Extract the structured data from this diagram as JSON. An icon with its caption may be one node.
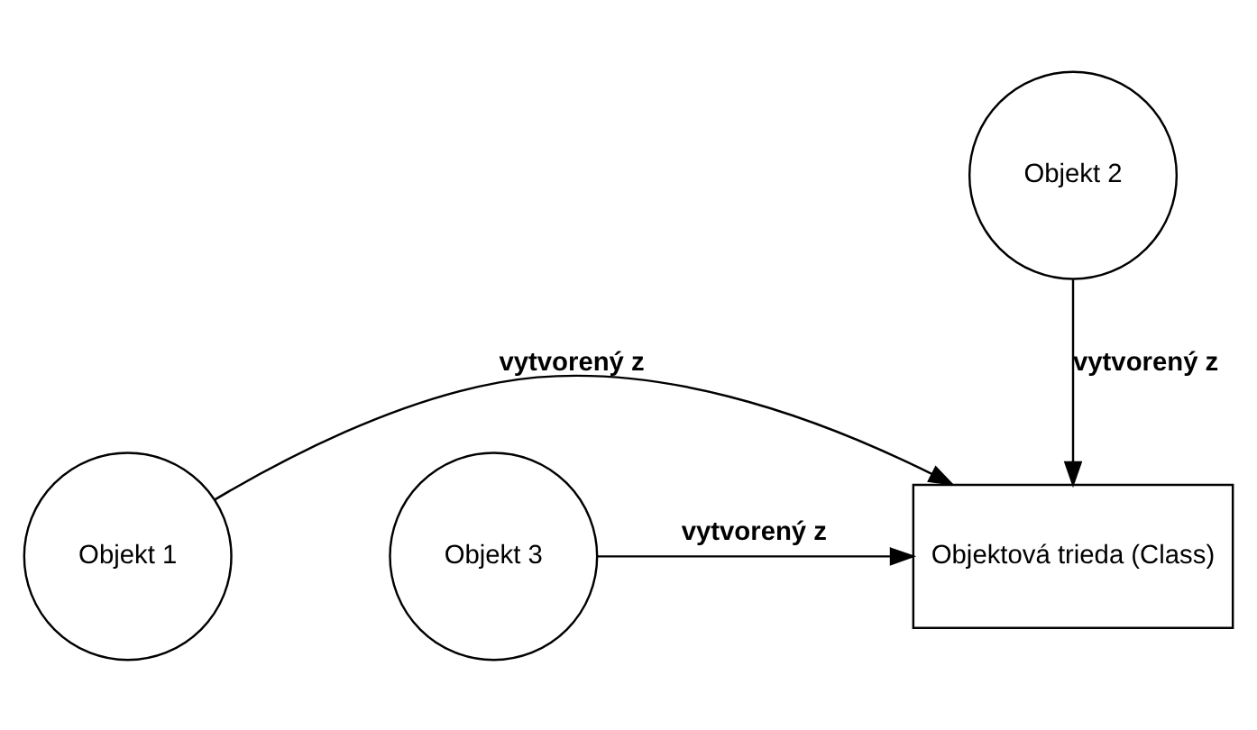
{
  "diagram": {
    "nodes": [
      {
        "text": [
          "Objekt 2"
        ]
      },
      {
        "text": [
          "Objekt 1"
        ]
      },
      {
        "text": [
          "Objektová trieda (Class)"
        ]
      },
      {
        "text": [
          "Objekt 3"
        ]
      }
    ],
    "edges": [
      {
        "from": 0,
        "to": 2,
        "arrow": "to",
        "label": "vytvorený z"
      },
      {
        "from": 1,
        "to": 2,
        "arrow": "to",
        "label": "vytvorený z"
      },
      {
        "from": 3,
        "to": 2,
        "arrow": "to",
        "label": "vytvorený z"
      }
    ]
  }
}
